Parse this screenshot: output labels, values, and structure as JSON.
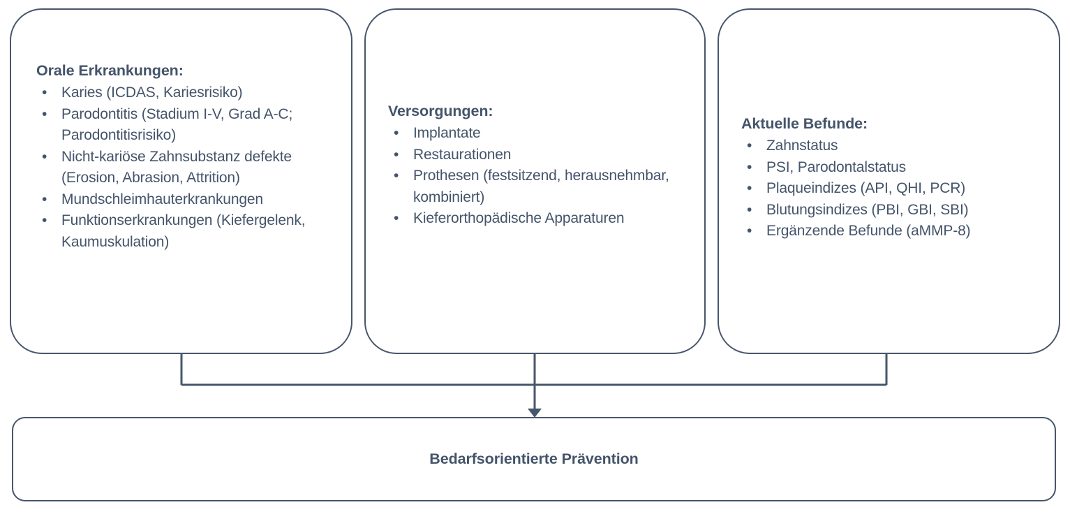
{
  "diagram": {
    "title": "Bedarfsorientierte Praevention Flowchart",
    "colors": {
      "stroke": "#47566a",
      "text": "#44546a",
      "background": "#ffffff"
    },
    "boxes": [
      {
        "id": "oral-diseases",
        "heading": "Orale Erkrankungen:",
        "items": [
          "Karies (ICDAS, Kariesrisiko)",
          "Parodontitis (Stadium I-V, Grad A-C; Parodontitisrisiko)",
          "Nicht-kariöse Zahnsubstanz defekte (Erosion, Abrasion, Attrition)",
          "Mundschleimhauterkrankungen",
          "Funktionserkrankungen (Kiefergelenk, Kaumuskulation)"
        ]
      },
      {
        "id": "care-provisions",
        "heading": "Versorgungen:",
        "items": [
          "Implantate",
          "Restaurationen",
          "Prothesen (festsitzend, herausnehmbar, kombiniert)",
          "Kieferorthopädische Apparaturen"
        ]
      },
      {
        "id": "current-findings",
        "heading": "Aktuelle Befunde:",
        "items": [
          "Zahnstatus",
          "PSI, Parodontalstatus",
          "Plaqueindizes (API, QHI, PCR)",
          "Blutungsindizes (PBI, GBI, SBI)",
          "Ergänzende Befunde (aMMP-8)"
        ]
      }
    ],
    "result_box": {
      "id": "prevention",
      "label": "Bedarfsorientierte Prävention"
    },
    "bullet_glyph": "•"
  }
}
